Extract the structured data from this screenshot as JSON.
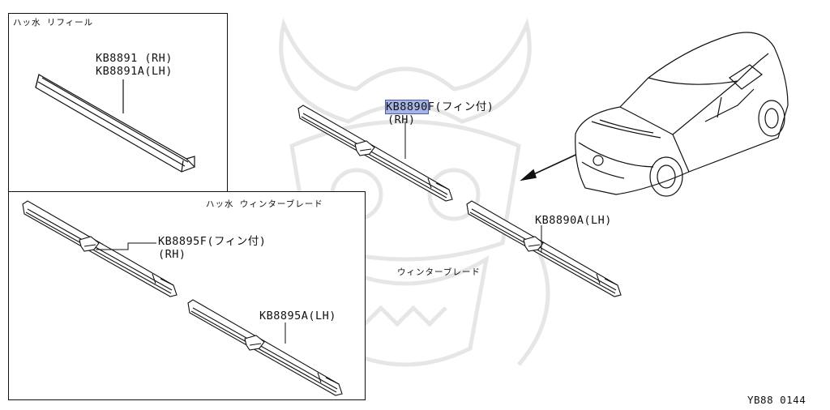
{
  "diagram": {
    "code": "YB88 0144",
    "panel_refill": {
      "title": "ハッ水 リフィール",
      "parts": [
        {
          "number": "KB8891",
          "side": " (RH)"
        },
        {
          "number": "KB8891A",
          "side": "(LH)"
        }
      ]
    },
    "panel_winter": {
      "title": "ハッ水 ウィンターブレード",
      "parts": [
        {
          "number": "KB8895F",
          "note": "(フィン付)",
          "side": "(RH)"
        },
        {
          "number": "KB8895A",
          "side": "(LH)"
        }
      ]
    },
    "main_parts": [
      {
        "number": "KB8890",
        "suffix": "F",
        "note": "(フィン付)",
        "side": "(RH)",
        "highlighted": true
      },
      {
        "number": "KB8890A",
        "side": "(LH)"
      }
    ],
    "winter_blade_caption": "ウィンターブレード",
    "colors": {
      "highlight": "#a7b4e6",
      "line": "#111111",
      "watermark": "#e6e6e6"
    }
  }
}
